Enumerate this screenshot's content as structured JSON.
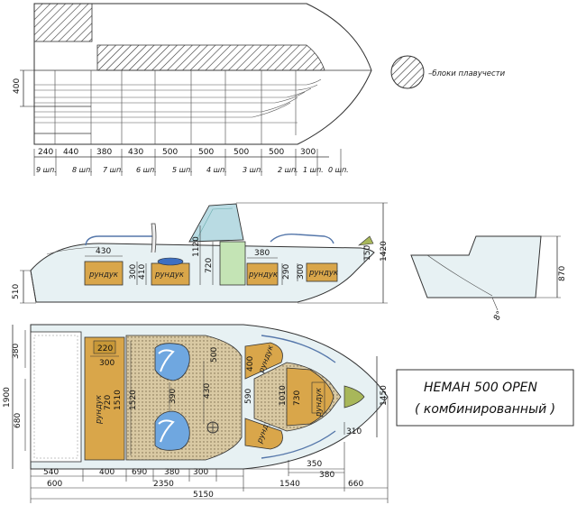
{
  "legend": {
    "text": "–блоки плавучести"
  },
  "top_view_dims": {
    "height": "400",
    "segments": [
      "240",
      "440",
      "380",
      "430",
      "500",
      "500",
      "500",
      "500",
      "300"
    ],
    "frames": [
      "9 шп.",
      "8 шп.",
      "7 шп.",
      "6 шп.",
      "5 шп.",
      "4 шп.",
      "3 шп.",
      "2 шп.",
      "1 шп.",
      "0 шп."
    ]
  },
  "side_view": {
    "labels": [
      "рундук",
      "рундук",
      "рундук",
      "рундук"
    ],
    "dims": {
      "d430": "430",
      "d300": "300",
      "d410": "410",
      "d1120": "1120",
      "d720": "720",
      "d380": "380",
      "d290": "290",
      "d300b": "300",
      "d150": "150",
      "d1420": "1420",
      "d510": "510"
    }
  },
  "transom": {
    "height": "870",
    "angle": "8°"
  },
  "plan_view": {
    "labels": {
      "r1": "рундук",
      "r2": "рундук",
      "r3": "рундук",
      "r4": "рундук"
    },
    "dims": {
      "d380": "380",
      "d1900": "1900",
      "d680": "680",
      "d220": "220",
      "d300": "300",
      "d1510": "1510",
      "d720": "720",
      "d1520": "1520",
      "d390": "390",
      "d430": "430",
      "d500": "500",
      "d400": "400",
      "d590": "590",
      "d1010": "1010",
      "d730": "730",
      "d1450": "1450",
      "d310": "310",
      "b540": "540",
      "b400": "400",
      "b690": "690",
      "b380": "380",
      "b300": "300",
      "b350": "350",
      "b380b": "380",
      "b600": "600",
      "b2350": "2350",
      "b1540": "1540",
      "b660": "660",
      "b5150": "5150"
    }
  },
  "title_box": {
    "line1": "НЕМАН 500 OPEN",
    "line2": "( комбинированный )"
  }
}
